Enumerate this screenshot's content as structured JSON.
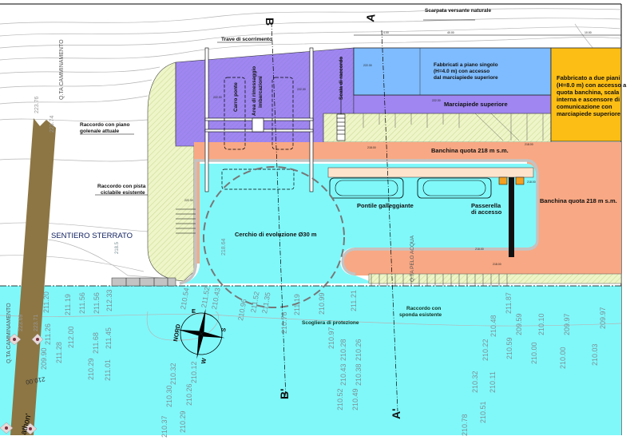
{
  "section_markers": {
    "b_top": "B",
    "b_bottom": "B'",
    "a_top": "A",
    "a_bottom": "A'"
  },
  "dimensions": [
    "4.00",
    "40.00",
    "10.00"
  ],
  "labels": {
    "scarpata": "Scarpata versante naturale",
    "trave": "Trave di scorrimento",
    "carro_ponte": "Carro ponte",
    "area_rimessaggio_1": "Area di rimessaggio",
    "area_rimessaggio_2": "imbarcazioni",
    "scala": "Scala di raccordo",
    "fabbricati_1": "Fabbricati a piano singolo",
    "fabbricati_2": "(H=4.0 m) con accesso",
    "fabbricati_3": "dal marciapiede superiore",
    "marciapiede": "Marciapiede superiore",
    "fabbricato2_lines": [
      "Fabbricato a due piani",
      "(H=8.0 m) con accesso a",
      "quota banchina, scala",
      "interna e ascensore di",
      "comunicazione con",
      "marciapiede superiore"
    ],
    "banchina_top": "Banchina quota 218 m s.m.",
    "banchina_right": "Banchina quota 218 m s.m.",
    "pontile": "Pontile galleggiante",
    "passerella_1": "Passerella",
    "passerella_2": "di accesso",
    "cerchio": "Cerchio di evoluzione Ø30 m",
    "raccordo_golenale_1": "Raccordo con piano",
    "raccordo_golenale_2": "golenale attuale",
    "raccordo_ciclabile_1": "Raccordo con pista",
    "raccordo_ciclabile_2": "ciclabile esistente",
    "sentiero": "SENTIERO STERRATO",
    "scogliera": "Scogliera di protezione",
    "raccordo_sponda_1": "Raccordo con",
    "raccordo_sponda_2": "sponda esistente",
    "nord": "NORD",
    "compass_e": "E",
    "compass_s": "S",
    "compass_w": "W",
    "qta_camminamento": "Q.TA CAMMINAMENTO",
    "qta_camminamento_2": "Q.TA CAMMINAMENTO",
    "qta_pelo_acqua": "Q.TA PELO ACQUA",
    "elev_1": "223.76",
    "elev_2": "223.74",
    "elev_3": "223.69",
    "elev_4": "223.71",
    "elev_pelo": "218.64",
    "elev_sentiero": "218.5",
    "contour_210": "210.00",
    "trail_name": "athon'"
  },
  "spot_heights": [
    "222.30",
    "222.30",
    "222.30",
    "222.30",
    "218.00",
    "218.00",
    "218.00",
    "218.00",
    "218.00",
    "222.30"
  ],
  "soundings": [
    "211.20",
    "211.19",
    "211.56",
    "211.56",
    "212.33",
    "211.26",
    "212.00",
    "211.68",
    "211.45",
    "211.28",
    "210.29",
    "211.01",
    "209.90",
    "210.54",
    "211.52",
    "210.43",
    "210.32",
    "210.12",
    "210.30",
    "210.26",
    "210.29",
    "210.37",
    "210.96",
    "211.52",
    "211.35",
    "210.78",
    "211.19",
    "210.99",
    "211.21",
    "210.97",
    "210.28",
    "210.26",
    "210.43",
    "210.38",
    "210.52",
    "210.49",
    "211.87",
    "210.48",
    "209.59",
    "210.22",
    "210.59",
    "210.10",
    "210.00",
    "209.97",
    "210.00",
    "210.03",
    "209.97",
    "210.32",
    "210.11",
    "210.51",
    "210.78"
  ],
  "colors": {
    "water": "#80f8fa",
    "quay": "#f8a884",
    "platform": "#9f86f0",
    "building_single": "#7fbcff",
    "building_double": "#fcbe14",
    "slope": "#eef5c8",
    "path": "#8d7644",
    "edge": "#c3c3c3"
  }
}
